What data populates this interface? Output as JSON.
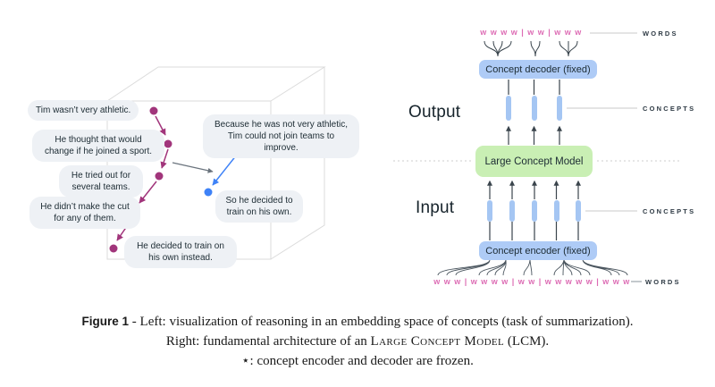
{
  "left_panel": {
    "description": "reasoning trajectory in concept embedding space",
    "bubbles": [
      {
        "text": "Tim wasn’t very athletic."
      },
      {
        "text": "He thought that would change if he joined a sport."
      },
      {
        "text": "He tried out for several teams."
      },
      {
        "text": "He didn’t make the cut for any of them."
      },
      {
        "text": "He decided to train on his own instead."
      },
      {
        "text": "Because he was not very athletic, Tim could not join teams to improve."
      },
      {
        "text": "So he decided to train on his own."
      }
    ]
  },
  "right_panel": {
    "output_label": "Output",
    "input_label": "Input",
    "decoder_box": "Concept decoder (fixed)",
    "lcm_box": "Large Concept Model",
    "encoder_box": "Concept encoder (fixed)",
    "words_top_row": "w w w w | w w | w w w",
    "words_bottom_row": "w w w | w w w w | w w | w w w w w | w w w",
    "side_labels": {
      "words_top": "WORDS",
      "concepts_output": "CONCEPTS",
      "concepts_input": "CONCEPTS",
      "words_bottom": "WORDS"
    }
  },
  "caption": {
    "figure_label": "Figure 1",
    "separator": " - ",
    "line1": "Left: visualization of reasoning in an embedding space of concepts (task of summarization).",
    "line2_pre": "Right: fundamental architecture of an ",
    "line2_smallcaps": "Large Concept Model",
    "line2_post": " (LCM).",
    "line3": "⋆: concept encoder and decoder are frozen."
  },
  "colors": {
    "reasoning_path_purple": "#A1357B",
    "reasoning_path_blue": "#3E82F7",
    "mapping_arrow_gray": "#6A737D",
    "bubble_bg": "#EEF1F5",
    "text_dark": "#1C2B33",
    "encoder_decoder_box_blue": "#AECBF6",
    "concept_pill_blue": "#A5C6F3",
    "lcm_box_green": "#C9EFB4",
    "words_pink": "#DD6CB4",
    "cube_line_gray": "#DBDBDB",
    "dashed_line_gray": "#CDCDCD"
  }
}
